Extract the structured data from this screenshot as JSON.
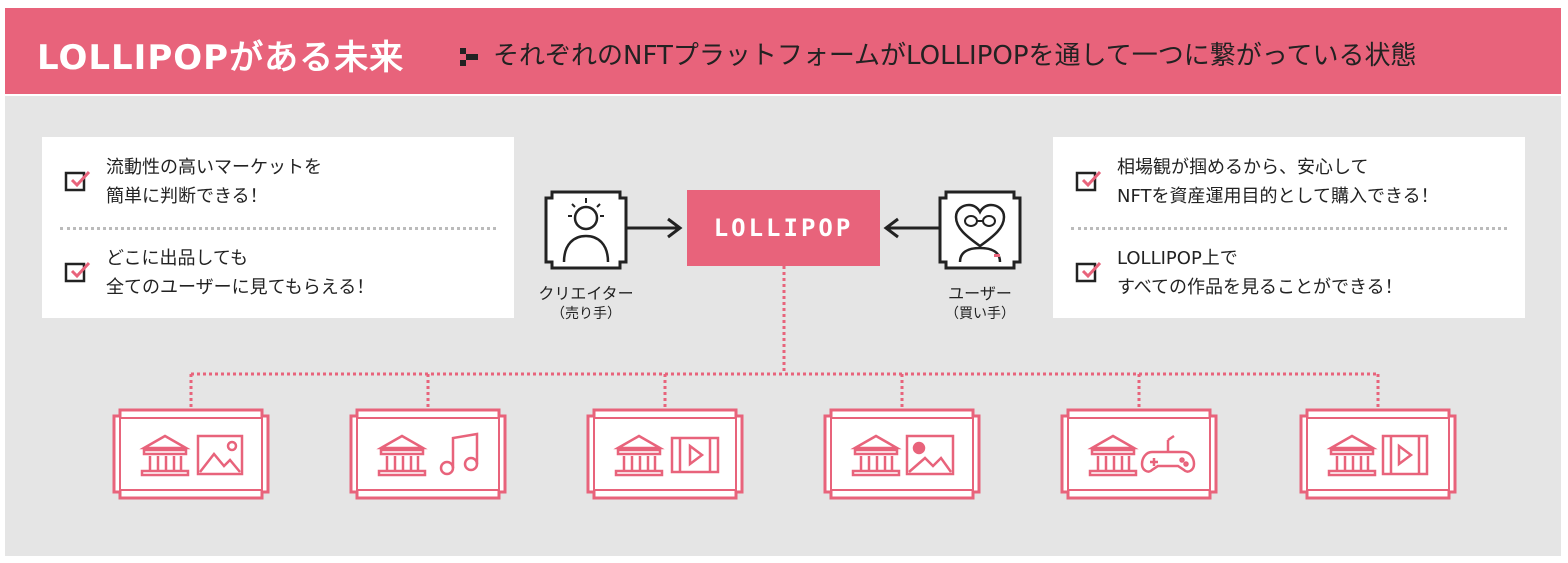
{
  "header": {
    "title": "LOLLIPOPがある未来",
    "subtitle": "それぞれのNFTプラットフォームがLOLLIPOPを通して一つに繋がっている状態"
  },
  "left_panel": {
    "items": [
      {
        "line1": "流動性の高いマーケットを",
        "line2": "簡単に判断できる！"
      },
      {
        "line1": "どこに出品しても",
        "line2": "全てのユーザーに見てもらえる！"
      }
    ]
  },
  "right_panel": {
    "items": [
      {
        "line1": "相場観が掴めるから、安心して",
        "line2": "NFTを資産運用目的として購入できる！"
      },
      {
        "line1": "LOLLIPOP上で",
        "line2": "すべての作品を見ることができる！"
      }
    ]
  },
  "center": {
    "label": "LOLLIPOP"
  },
  "creator": {
    "label": "クリエイター",
    "sub": "（売り手）"
  },
  "user": {
    "label": "ユーザー",
    "sub": "（買い手）"
  },
  "platforms": [
    {
      "icon": "image-icon"
    },
    {
      "icon": "music-icon"
    },
    {
      "icon": "video-icon"
    },
    {
      "icon": "photo-icon"
    },
    {
      "icon": "gamepad-icon"
    },
    {
      "icon": "video-icon"
    }
  ],
  "colors": {
    "accent": "#e8637b",
    "panel_bg": "#e5e5e5",
    "card_bg": "#ffffff",
    "text": "#222222"
  }
}
